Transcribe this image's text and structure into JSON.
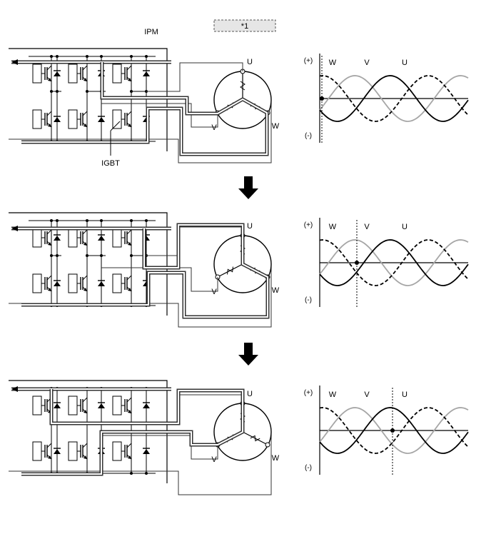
{
  "header": {
    "callout_label": "*1",
    "module_label": "IPM"
  },
  "labels": {
    "igbt": "IGBT"
  },
  "motor": {
    "phase_u": "U",
    "phase_v": "V",
    "phase_w": "W"
  },
  "waveform": {
    "positive": "(+)",
    "negative": "(-)",
    "phases": [
      "W",
      "V",
      "U"
    ]
  },
  "stages": [
    {
      "name": "step-1",
      "marker_phase": "W"
    },
    {
      "name": "step-2",
      "marker_phase": "V"
    },
    {
      "name": "step-3",
      "marker_phase": "U"
    }
  ],
  "colors": {
    "line": "#000000",
    "thin_line": "#333333",
    "path_outline": "#333333",
    "path_fill": "#ffffff",
    "wave_u": "#000000",
    "wave_v": "#a6a6a6",
    "wave_w": "#000000",
    "note_fill": "#e6e6e6"
  }
}
